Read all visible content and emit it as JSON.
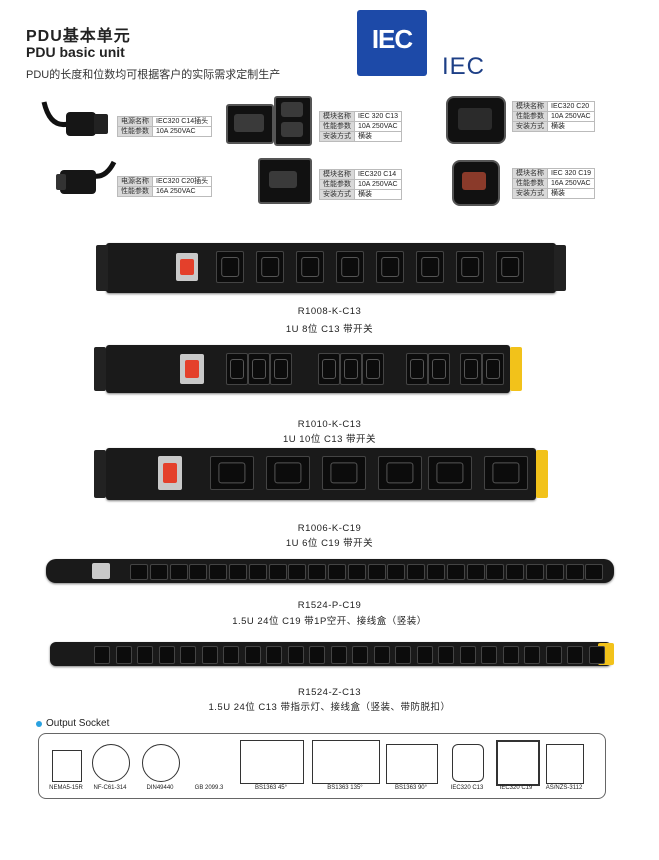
{
  "header": {
    "title_cn": "PDU基本单元",
    "title_en": "PDU basic unit",
    "description": "PDU的长度和位数均可根据客户的实际需求定制生产",
    "logo_text": "IEC",
    "logo_caption": "IEC"
  },
  "specs": [
    {
      "rows": [
        [
          "电源名称",
          "IEC320 C14插头"
        ],
        [
          "性能参数",
          "10A 250VAC"
        ]
      ]
    },
    {
      "rows": [
        [
          "电源名称",
          "IEC320 C20插头"
        ],
        [
          "性能参数",
          "16A 250VAC"
        ]
      ]
    },
    {
      "rows": [
        [
          "模块名称",
          "IEC 320 C13"
        ],
        [
          "性能参数",
          "10A 250VAC"
        ],
        [
          "安装方式",
          "横装"
        ]
      ]
    },
    {
      "rows": [
        [
          "模块名称",
          "IEC320 C14"
        ],
        [
          "性能参数",
          "10A 250VAC"
        ],
        [
          "安装方式",
          "横装"
        ]
      ]
    },
    {
      "rows": [
        [
          "模块名称",
          "IEC320 C20"
        ],
        [
          "性能参数",
          "10A 250VAC"
        ],
        [
          "安装方式",
          "横装"
        ]
      ]
    },
    {
      "rows": [
        [
          "模块名称",
          "IEC 320 C19"
        ],
        [
          "性能参数",
          "16A 250VAC"
        ],
        [
          "安装方式",
          "横装"
        ]
      ]
    }
  ],
  "products": [
    {
      "model": "R1008-K-C13",
      "desc": "1U 8位 C13 带开关"
    },
    {
      "model": "R1010-K-C13",
      "desc": "1U 10位 C13 带开关"
    },
    {
      "model": "R1006-K-C19",
      "desc": "1U 6位 C19 带开关"
    },
    {
      "model": "R1524-P-C19",
      "desc": "1.5U 24位 C19 带1P空开、接线盒（竖装）"
    },
    {
      "model": "R1524-Z-C13",
      "desc": "1.5U 24位 C13 带指示灯、接线盒（竖装、带防脱扣）"
    }
  ],
  "output_socket": {
    "title": "Output Socket",
    "items": [
      "NEMA5-15R",
      "NF-C61-314",
      "DIN49440",
      "GB 2099.3",
      "BS1363 45°",
      "BS1363 135°",
      "BS1363 90°",
      "IEC320 C13",
      "IEC320 C19",
      "AS/NZS-3112"
    ]
  },
  "colors": {
    "logo_blue": "#1d4aa8",
    "ear_yellow": "#f2c21a",
    "switch_red": "#e4402b",
    "bullet_blue": "#2aa1e0"
  }
}
